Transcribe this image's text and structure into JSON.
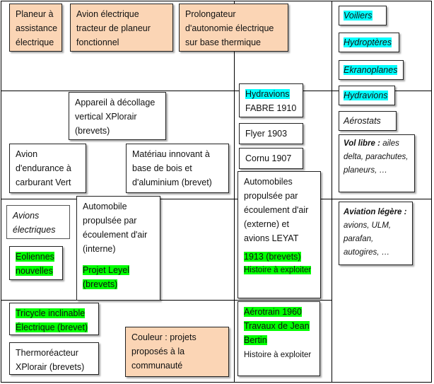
{
  "boxes": {
    "planeur": "Planeur à assistance électrique",
    "avion_tracteur": "Avion électrique tracteur de planeur fonctionnel",
    "prolongateur": "Prolongateur d'autonomie électrique sur base thermique",
    "appareil_vertical": "Appareil à décollage vertical XPlorair (brevets)",
    "avion_endurance": "Avion d'endurance à carburant Vert",
    "materiau": "Matériau innovant à base de bois et d'aluminium (brevet)",
    "avions_electriques": "Avions électriques",
    "automobile_interne": "Automobile propulsée par écoulement d'air (interne)",
    "projet_leyel": "Projet Leyel (brevets)",
    "eoliennes": "Eoliennes nouvelles",
    "tricycle": "Tricycle inclinable Électrique (brevet)",
    "thermoreacteur": "Thermoréacteur XPlorair (brevets)",
    "couleur": "Couleur : projets proposés à la communauté",
    "hydravions_fabre_name": "Hydravions",
    "hydravions_fabre_date": "FABRE 1910",
    "flyer": "Flyer 1903",
    "cornu": "Cornu 1907",
    "automobile_externe": "Automobiles propulsée par écoulement d'air (externe) et avions LEYAT",
    "leyat_date": "1913 (brevets)",
    "leyat_histoire": "Histoire à exploiter",
    "aerotrain": "Aérotrain 1960 Travaux de Jean Bertin",
    "aerotrain_histoire": "Histoire à exploiter",
    "voiliers": "Voiliers",
    "hydropteres": "Hydroptères",
    "ekranoplanes": "Ekranoplanes",
    "hydravions": "Hydravions",
    "aerostats": "Aérostats",
    "vol_libre_title": "Vol libre :",
    "vol_libre_text": "ailes delta, parachutes, planeurs, …",
    "aviation_legere_title": "Aviation légère :",
    "aviation_legere_text": "avions, ULM, parafan, autogires, …"
  },
  "colors": {
    "orange_fill": "#fbd5b5",
    "green_highlight": "#00ff00",
    "cyan_highlight": "#00ffff"
  }
}
